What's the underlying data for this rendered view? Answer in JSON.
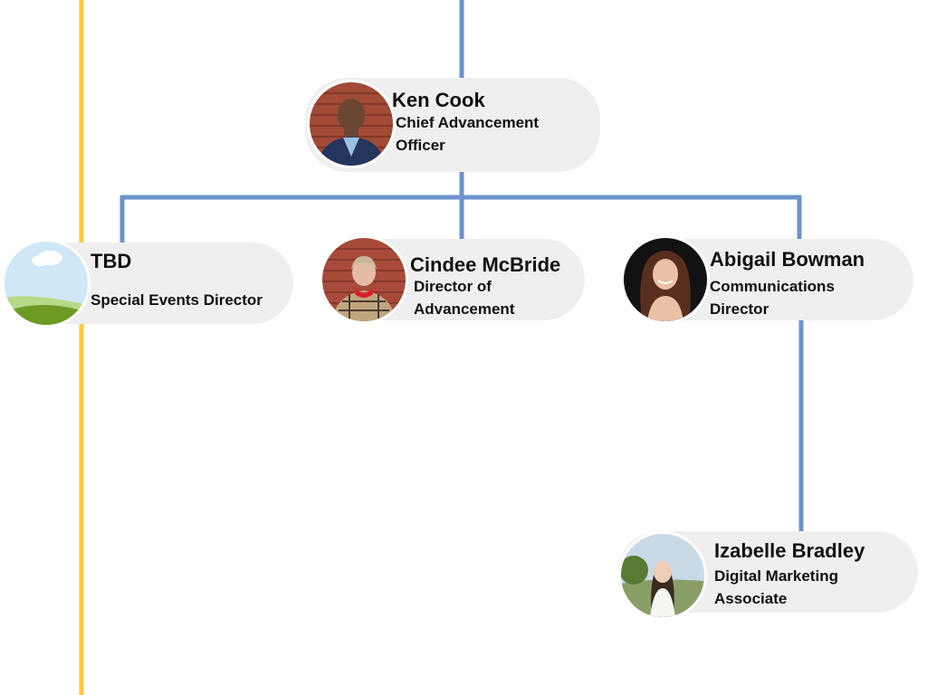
{
  "chart": {
    "root": {
      "name": "Ken Cook",
      "title": "Chief Advancement Officer",
      "photo": "portrait-photo"
    },
    "direct_reports": [
      {
        "name": "TBD",
        "title": "Special Events Director",
        "photo": "placeholder-landscape-icon"
      },
      {
        "name": "Cindee McBride",
        "title": "Director of Advancement",
        "photo": "portrait-photo"
      },
      {
        "name": "Abigail Bowman",
        "title": "Communications Director",
        "photo": "portrait-photo"
      }
    ],
    "sub_reports": [
      {
        "manager": "Abigail Bowman",
        "name": "Izabelle Bradley",
        "title": "Digital Marketing Associate",
        "photo": "portrait-photo"
      }
    ]
  },
  "colors": {
    "connector": "#6b93cc",
    "accent_line": "#ffc93c",
    "card_background": "#efefef"
  }
}
